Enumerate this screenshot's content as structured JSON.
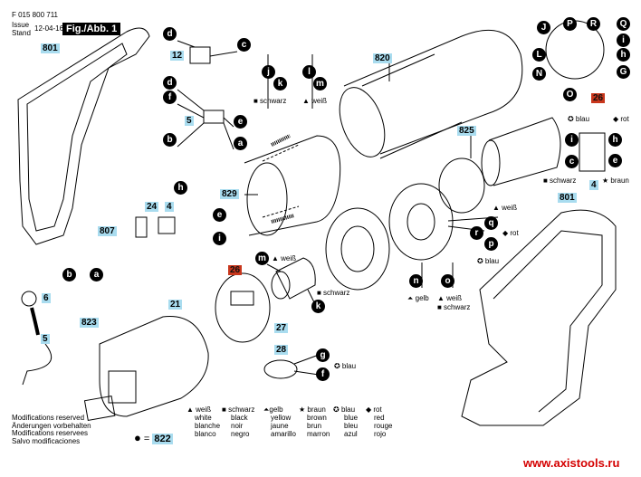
{
  "header": {
    "doc_number": "F 015 800 711",
    "issue_label_1": "Issue",
    "issue_label_2": "Stand",
    "issue_date": "12-04-16",
    "figure_label": "Fig./Abb. 1"
  },
  "part_numbers": [
    "801",
    "820",
    "825",
    "829",
    "12",
    "5",
    "24",
    "4",
    "807",
    "6",
    "21",
    "823",
    "5",
    "27",
    "28",
    "4",
    "801"
  ],
  "red_part_numbers": [
    "26",
    "26"
  ],
  "letters": [
    "d",
    "c",
    "d",
    "f",
    "e",
    "b",
    "a",
    "h",
    "e",
    "i",
    "b",
    "a",
    "j",
    "k",
    "l",
    "m",
    "m",
    "k",
    "n",
    "o",
    "q",
    "r",
    "p",
    "g",
    "f",
    "J",
    "P",
    "R",
    "Q",
    "i",
    "L",
    "h",
    "N",
    "G",
    "O",
    "i",
    "h",
    "c",
    "e"
  ],
  "color_notes": [
    "■ schwarz",
    "▲ weiß",
    "▲ weiß",
    "■ schwarz",
    "▲ weiß",
    "◆ rot",
    "✪ blau",
    "⏶ gelb",
    "▲ weiß",
    "■ schwarz",
    "✪ blau",
    "✪ blau",
    "◆ rot",
    "■ schwarz",
    "★ braun"
  ],
  "legend": [
    {
      "symbol": "▲",
      "de": "weiß",
      "en": "white",
      "fr": "blanche",
      "es": "blanco"
    },
    {
      "symbol": "■",
      "de": "schwarz",
      "en": "black",
      "fr": "noir",
      "es": "negro"
    },
    {
      "symbol": "⏶",
      "de": "gelb",
      "en": "yellow",
      "fr": "jaune",
      "es": "amarillo"
    },
    {
      "symbol": "★",
      "de": "braun",
      "en": "brown",
      "fr": "brun",
      "es": "marron"
    },
    {
      "symbol": "✪",
      "de": "blau",
      "en": "blue",
      "fr": "bleu",
      "es": "azul"
    },
    {
      "symbol": "◆",
      "de": "rot",
      "en": "red",
      "fr": "rouge",
      "es": "rojo"
    }
  ],
  "modifications": [
    "Modifications reserved",
    "Änderungen vorbehalten",
    "Modifications reservees",
    "Salvo modificaciones"
  ],
  "bullet_note": {
    "symbol": "●",
    "equals": "=",
    "part": "822"
  },
  "watermark": "www.axistools.ru",
  "colors": {
    "part_tag": "#a9dcef",
    "red_tag": "#c8361c",
    "watermark": "#d40000"
  }
}
